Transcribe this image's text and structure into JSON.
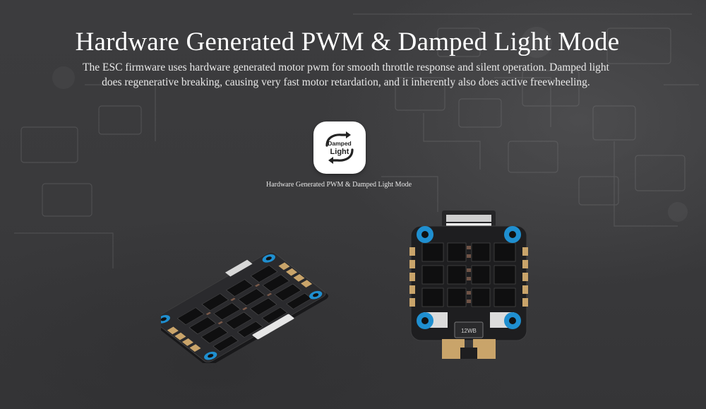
{
  "heading": {
    "title": "Hardware Generated PWM & Damped Light Mode",
    "description": "The ESC firmware uses hardware generated motor pwm for smooth throttle response and silent operation. Damped light does regenerative breaking, causing very fast motor retardation, and it inherently also does active freewheeling."
  },
  "feature": {
    "icon": "damped-light-icon",
    "icon_text_line1": "Damped",
    "icon_text_line2": "Light",
    "caption": "Hardware Generated PWM & Damped Light Mode"
  },
  "products": {
    "iso_board_icon": "esc-board-angled-image",
    "top_board_icon": "esc-board-top-image",
    "top_board_label": "12WB"
  },
  "colors": {
    "background": "#3a3a3c",
    "mount_ring": "#1f8fd0",
    "pcb": "#232325",
    "gold_pad": "#c9a46a"
  }
}
